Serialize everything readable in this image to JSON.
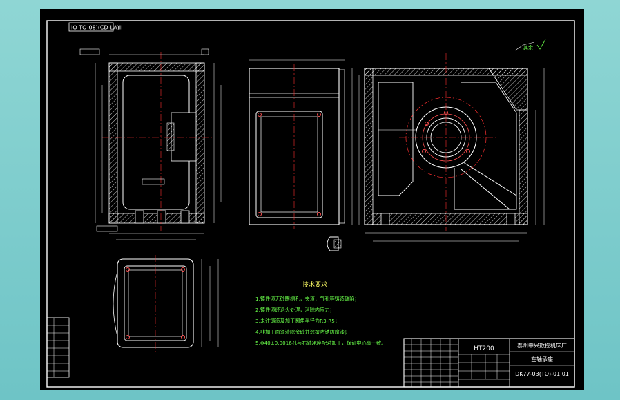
{
  "drawing": {
    "code_box": "IO TO-08)(CD-LA)II",
    "material": "HT200",
    "company": "泰州中兴数控机床厂",
    "part_name": "左轴承座",
    "drawing_number": "DK77-03(TO)-01.01",
    "tech_title": "技术要求",
    "requirements": [
      "1.铸件须无砂眼缩孔，夹渣，气孔等铸造缺陷；",
      "2.铸件须经退火处理，消除内应力；",
      "3.未注铸造及加工圆角半径为R3-R5；",
      "4.非加工面须清除余砂并涂覆防锈防腐漆；",
      "5.Φ40±0.0016孔与右轴承座配对加工，保证中心高一致。"
    ],
    "roughness_note": "其余"
  },
  "colors": {
    "sheet": "#000000",
    "outline": "#ffffff",
    "hatch": "#ffffff",
    "center_line": "#ff3030",
    "text_green": "#6aff4a",
    "text_yellow": "#ffff66",
    "frame": "#ffffff"
  }
}
